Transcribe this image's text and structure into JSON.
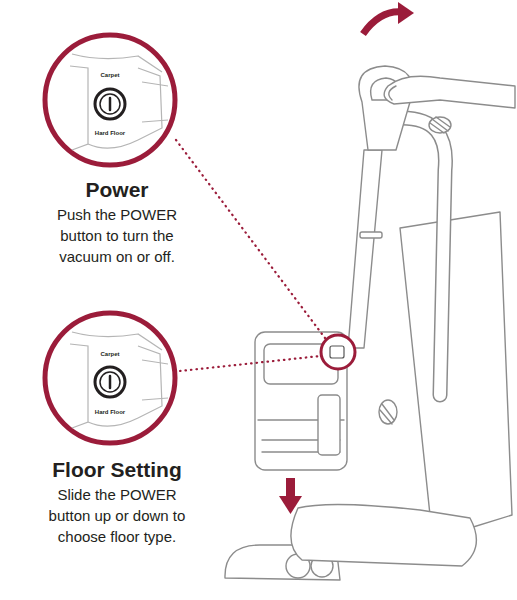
{
  "diagram": {
    "nodes": [
      {
        "text": [
          "Carpet",
          "Hard Floor"
        ]
      },
      {
        "text": [
          "Carpet",
          "Hard Floor"
        ]
      }
    ],
    "labels": [
      "Power",
      "Push the POWER button to turn the vacuum on or off.",
      "Floor Setting",
      "Slide the POWER button up or down to choose floor type."
    ]
  }
}
